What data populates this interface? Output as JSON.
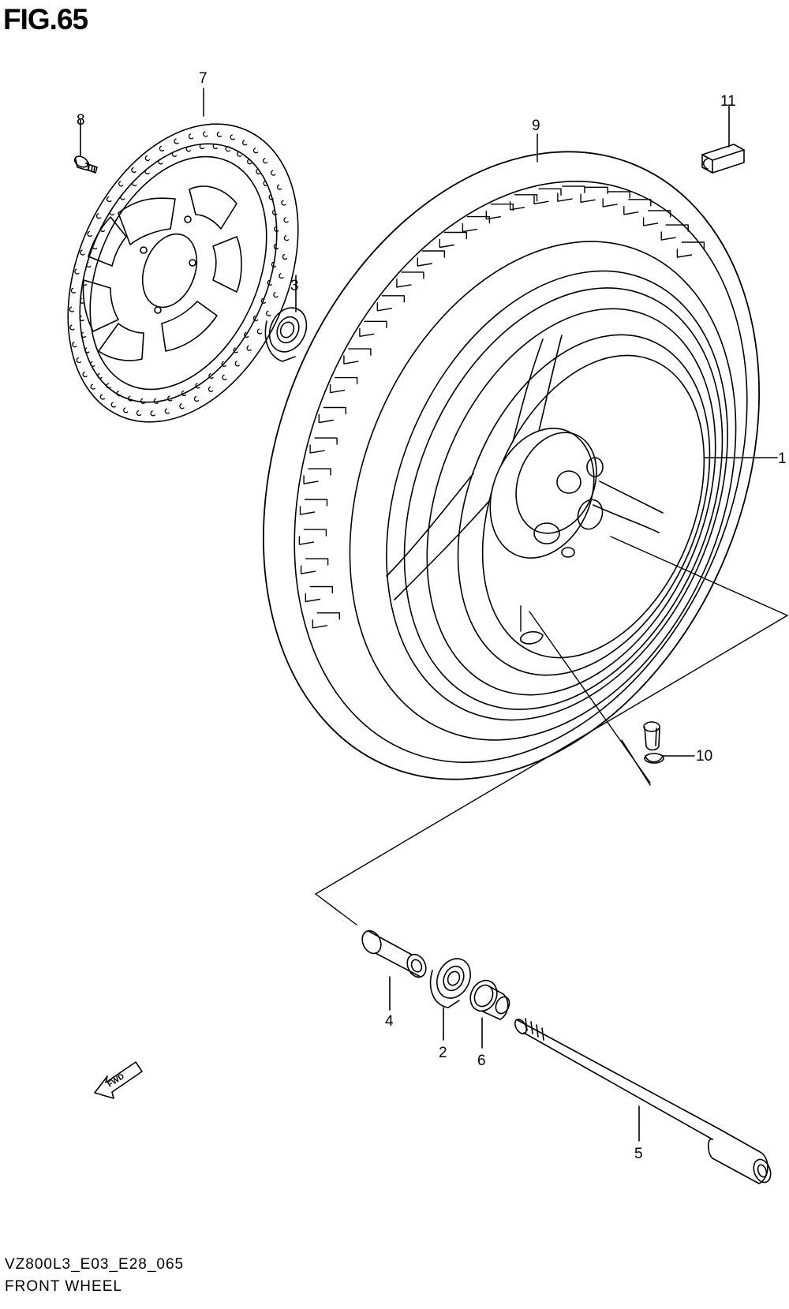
{
  "figure": {
    "title": "FIG.65",
    "code": "VZ800L3_E03_E28_065",
    "name": "FRONT WHEEL",
    "fwd_label": "FWD"
  },
  "callouts": [
    "1",
    "2",
    "3",
    "4",
    "5",
    "6",
    "7",
    "8",
    "9",
    "10",
    "11"
  ]
}
